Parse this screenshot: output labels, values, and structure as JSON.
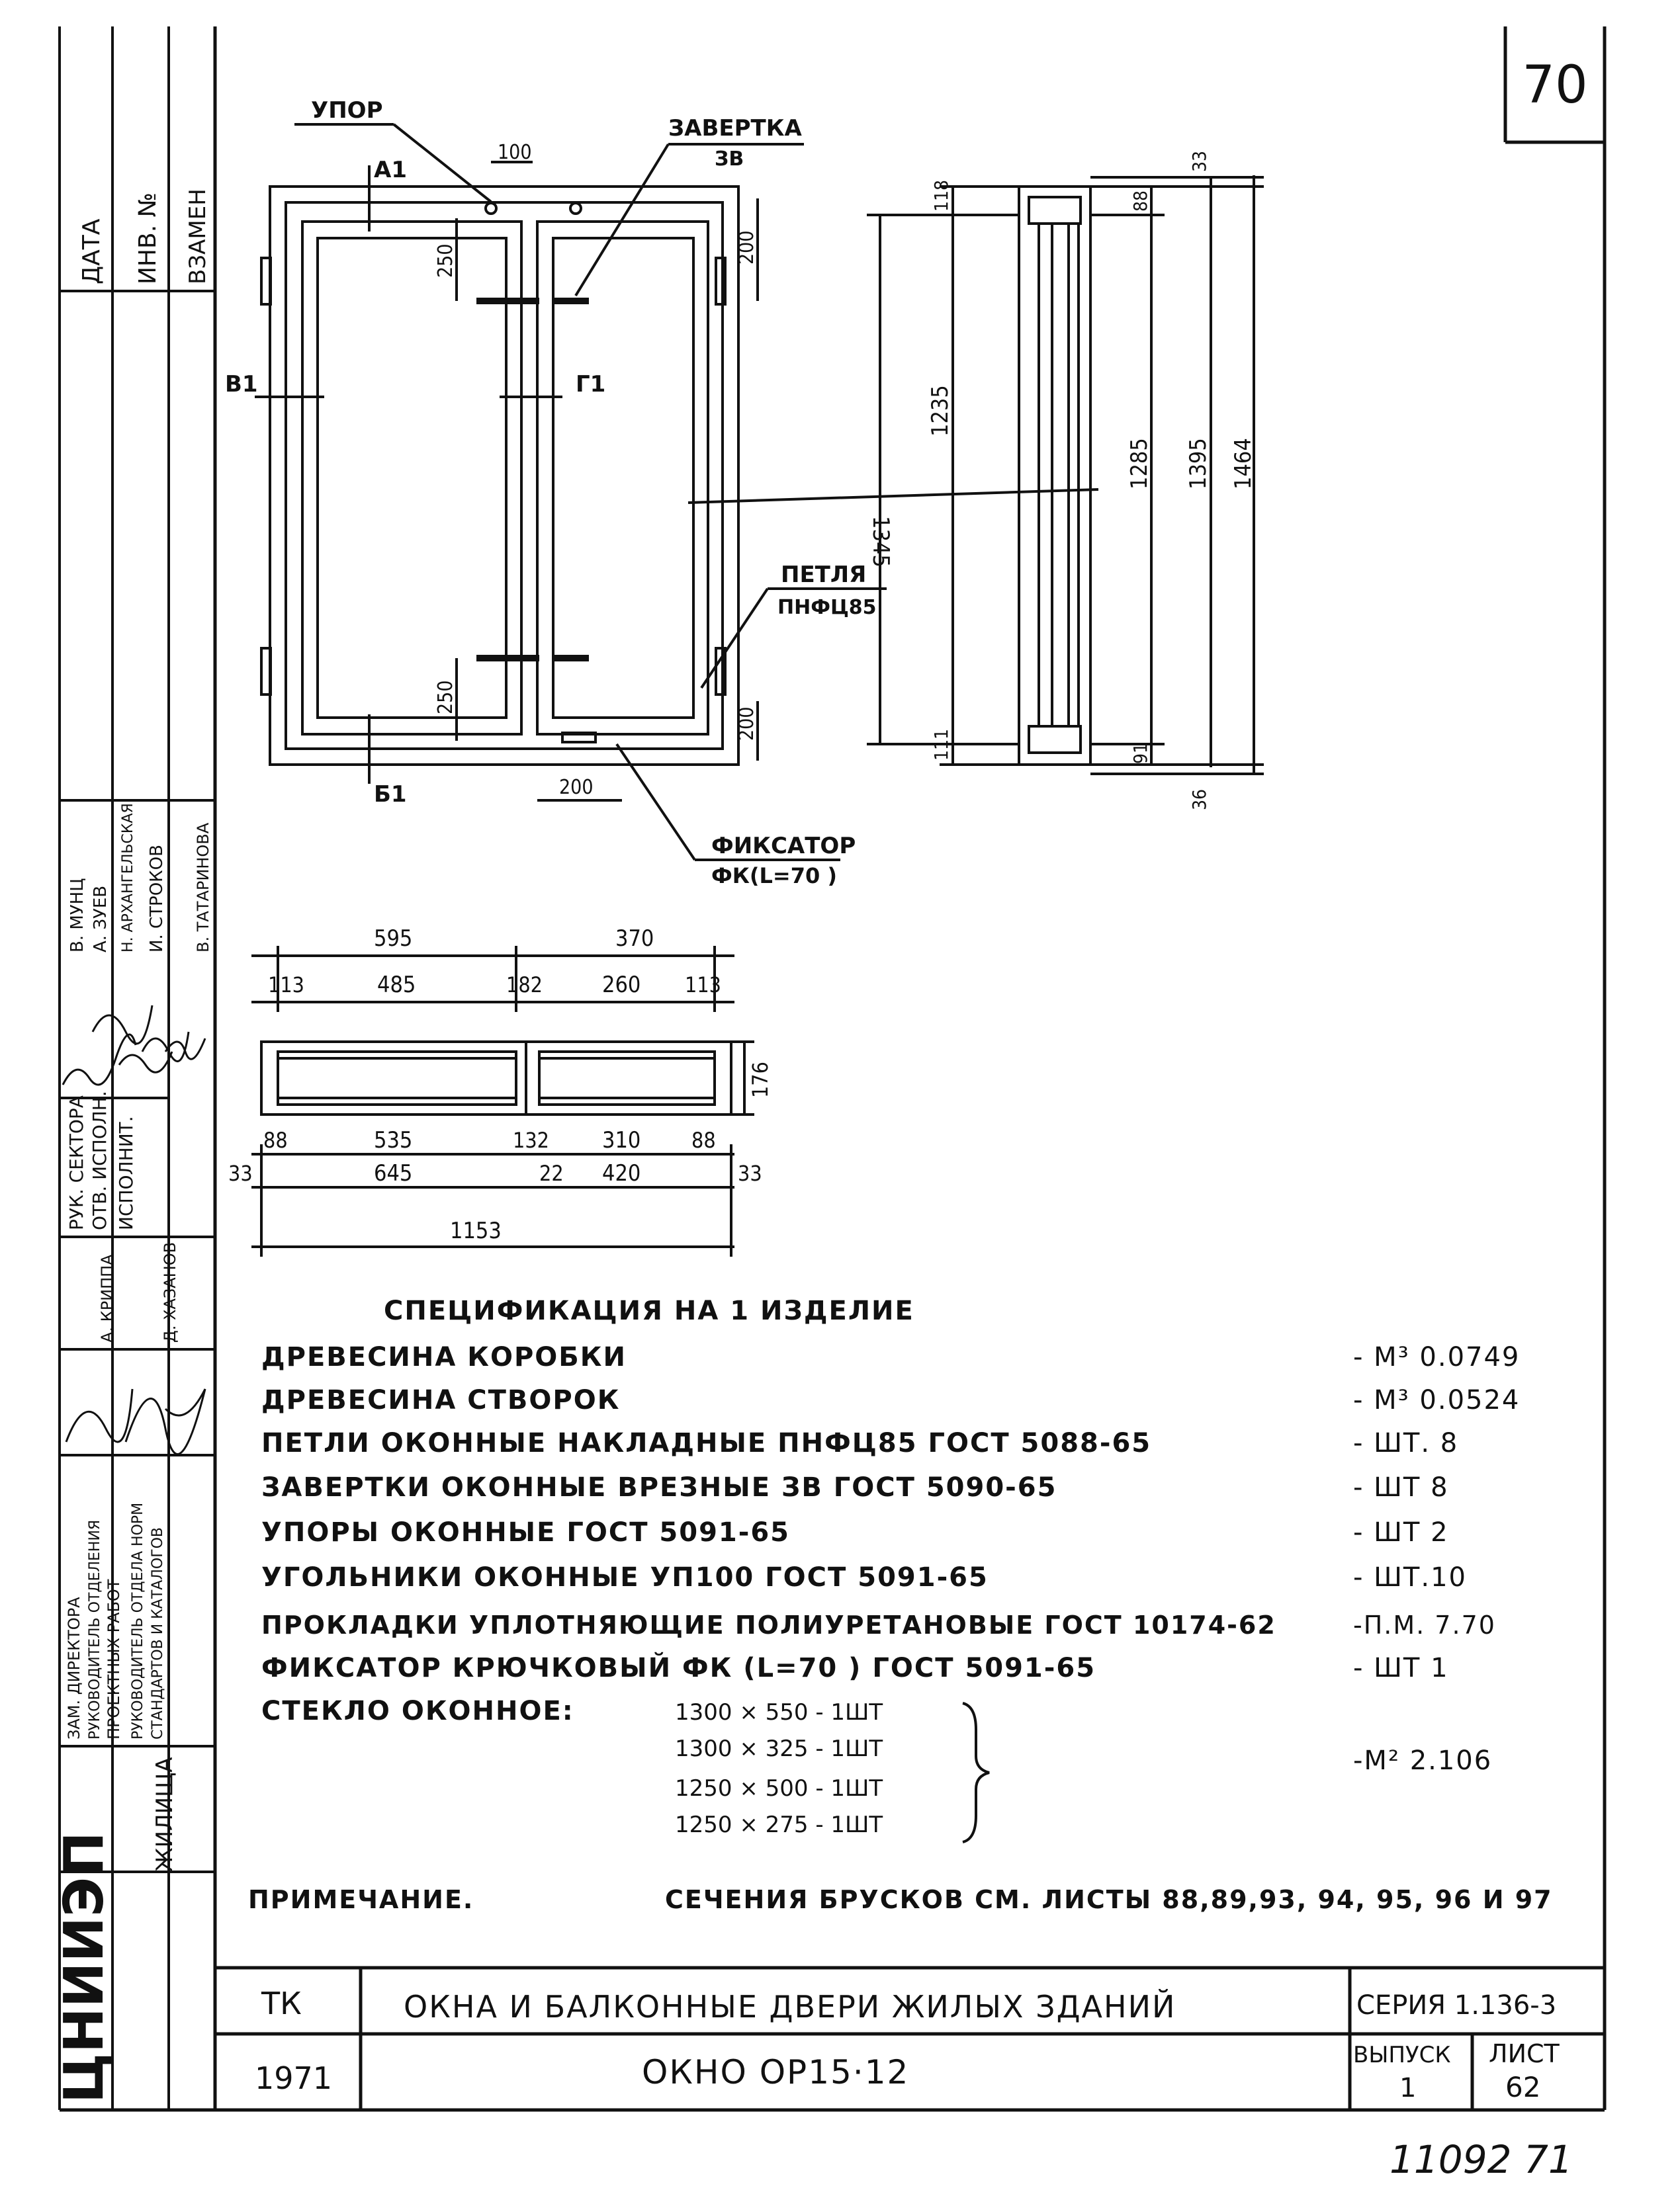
{
  "sheet_number": "70",
  "handwritten_footer": "11092 71",
  "top_view": {
    "labels": {
      "upor": "УПОР",
      "zavertka": "ЗАВЕРТКА",
      "zavertka_code": "ЗВ",
      "petlya": "ПЕТЛЯ",
      "petlya_code": "ПНФЦ85",
      "fiksator": "ФИКСАТОР",
      "fiksator_code": "ФК(L=70 )"
    },
    "section_marks": {
      "a1": "А1",
      "b1_top": "Б1",
      "v1": "В1",
      "g1": "Г1"
    },
    "dims": {
      "d100": "100",
      "d250_top": "250",
      "d200_top": "200",
      "d250_bot": "250",
      "d200_bot": "200",
      "d200_horiz": "200",
      "d1345": "1345",
      "d1235": "1235",
      "d118": "118",
      "d111": "111",
      "d88": "88",
      "d33": "33",
      "d1285": "1285",
      "d1395": "1395",
      "d1464": "1464",
      "d91": "91",
      "d36": "36"
    }
  },
  "plan_view": {
    "dims": {
      "d595": "595",
      "d370": "370",
      "d113a": "113",
      "d485": "485",
      "d182": "182",
      "d260": "260",
      "d113b": "113",
      "d176": "176",
      "d88a": "88",
      "d535": "535",
      "d132": "132",
      "d310": "310",
      "d88b": "88",
      "d33a": "33",
      "d645": "645",
      "d22": "22",
      "d420": "420",
      "d33b": "33",
      "d1153": "1153"
    }
  },
  "specification": {
    "title": "СПЕЦИФИКАЦИЯ НА 1 ИЗДЕЛИЕ",
    "items": [
      {
        "name": "ДРЕВЕСИНА КОРОБКИ",
        "qty": "- М³ 0.0749"
      },
      {
        "name": "ДРЕВЕСИНА СТВОРОК",
        "qty": "- М³ 0.0524"
      },
      {
        "name": "ПЕТЛИ ОКОННЫЕ НАКЛАДНЫЕ ПНФЦ85 ГОСТ 5088-65",
        "qty": "- ШТ. 8"
      },
      {
        "name": "ЗАВЕРТКИ ОКОННЫЕ ВРЕЗНЫЕ ЗВ ГОСТ 5090-65",
        "qty": "- ШТ 8"
      },
      {
        "name": "УПОРЫ ОКОННЫЕ ГОСТ 5091-65",
        "qty": "- ШТ 2"
      },
      {
        "name": "УГОЛЬНИКИ ОКОННЫЕ УП100 ГОСТ 5091-65",
        "qty": "- ШТ.10"
      },
      {
        "name": "ПРОКЛАДКИ УПЛОТНЯЮЩИЕ ПОЛИУРЕТАНОВЫЕ ГОСТ 10174-62",
        "qty": "-П.М. 7.70"
      },
      {
        "name": "ФИКСАТОР КРЮЧКОВЫЙ ФК (L=70 ) ГОСТ 5091-65",
        "qty": "- ШТ 1"
      }
    ],
    "glass_label": "СТЕКЛО ОКОННОЕ:",
    "glass_items": [
      "1300 × 550 - 1ШТ",
      "1300 × 325 - 1ШТ",
      "1250 × 500 - 1ШТ",
      "1250 × 275 - 1ШТ"
    ],
    "glass_qty": "-М² 2.106"
  },
  "note": {
    "label": "ПРИМЕЧАНИЕ.",
    "text": "СЕЧЕНИЯ БРУСКОВ СМ. ЛИСТЫ 88,89,93, 94, 95, 96 И 97"
  },
  "title_block": {
    "tk": "ТК",
    "title": "ОКНА И БАЛКОННЫЕ ДВЕРИ ЖИЛЫХ ЗДАНИЙ",
    "series": "СЕРИЯ 1.136-3",
    "year": "1971",
    "subtitle": "ОКНО ОР15·12",
    "vypusk_label": "ВЫПУСК",
    "vypusk": "1",
    "list_label": "ЛИСТ",
    "list": "62"
  },
  "side_stamp": {
    "top": [
      "ДАТА",
      "ИНВ. №",
      "ВЗАМЕН"
    ],
    "roles": [
      "РУК. СЕКТОРА",
      "ОТВ. ИСПОЛН.",
      "ИСПОЛНИТ."
    ],
    "names": [
      "В. МУНЦ",
      "А. ЗУЕВ",
      "Н. АРХАНГЕЛЬСКАЯ",
      "И. СТРОКОВ",
      "В. ТАТАРИНОВА"
    ],
    "chiefs": [
      "ЗАМ. ДИРЕКТОРА",
      "РУКОВОДИТЕЛЬ ОТДЕЛЕНИЯ",
      "ПРОЕКТНЫХ РАБОТ"
    ],
    "chiefs2": [
      "РУКОВОДИТЕЛЬ ОТДЕЛА НОРМ",
      "СТАНДАРТОВ И КАТАЛОГОВ"
    ],
    "names2": [
      "А. КРИППА",
      "Д. ХАЗАНОВ"
    ],
    "org": "ЦНИИЭП",
    "org_sub": "ЖИЛИЩА"
  }
}
